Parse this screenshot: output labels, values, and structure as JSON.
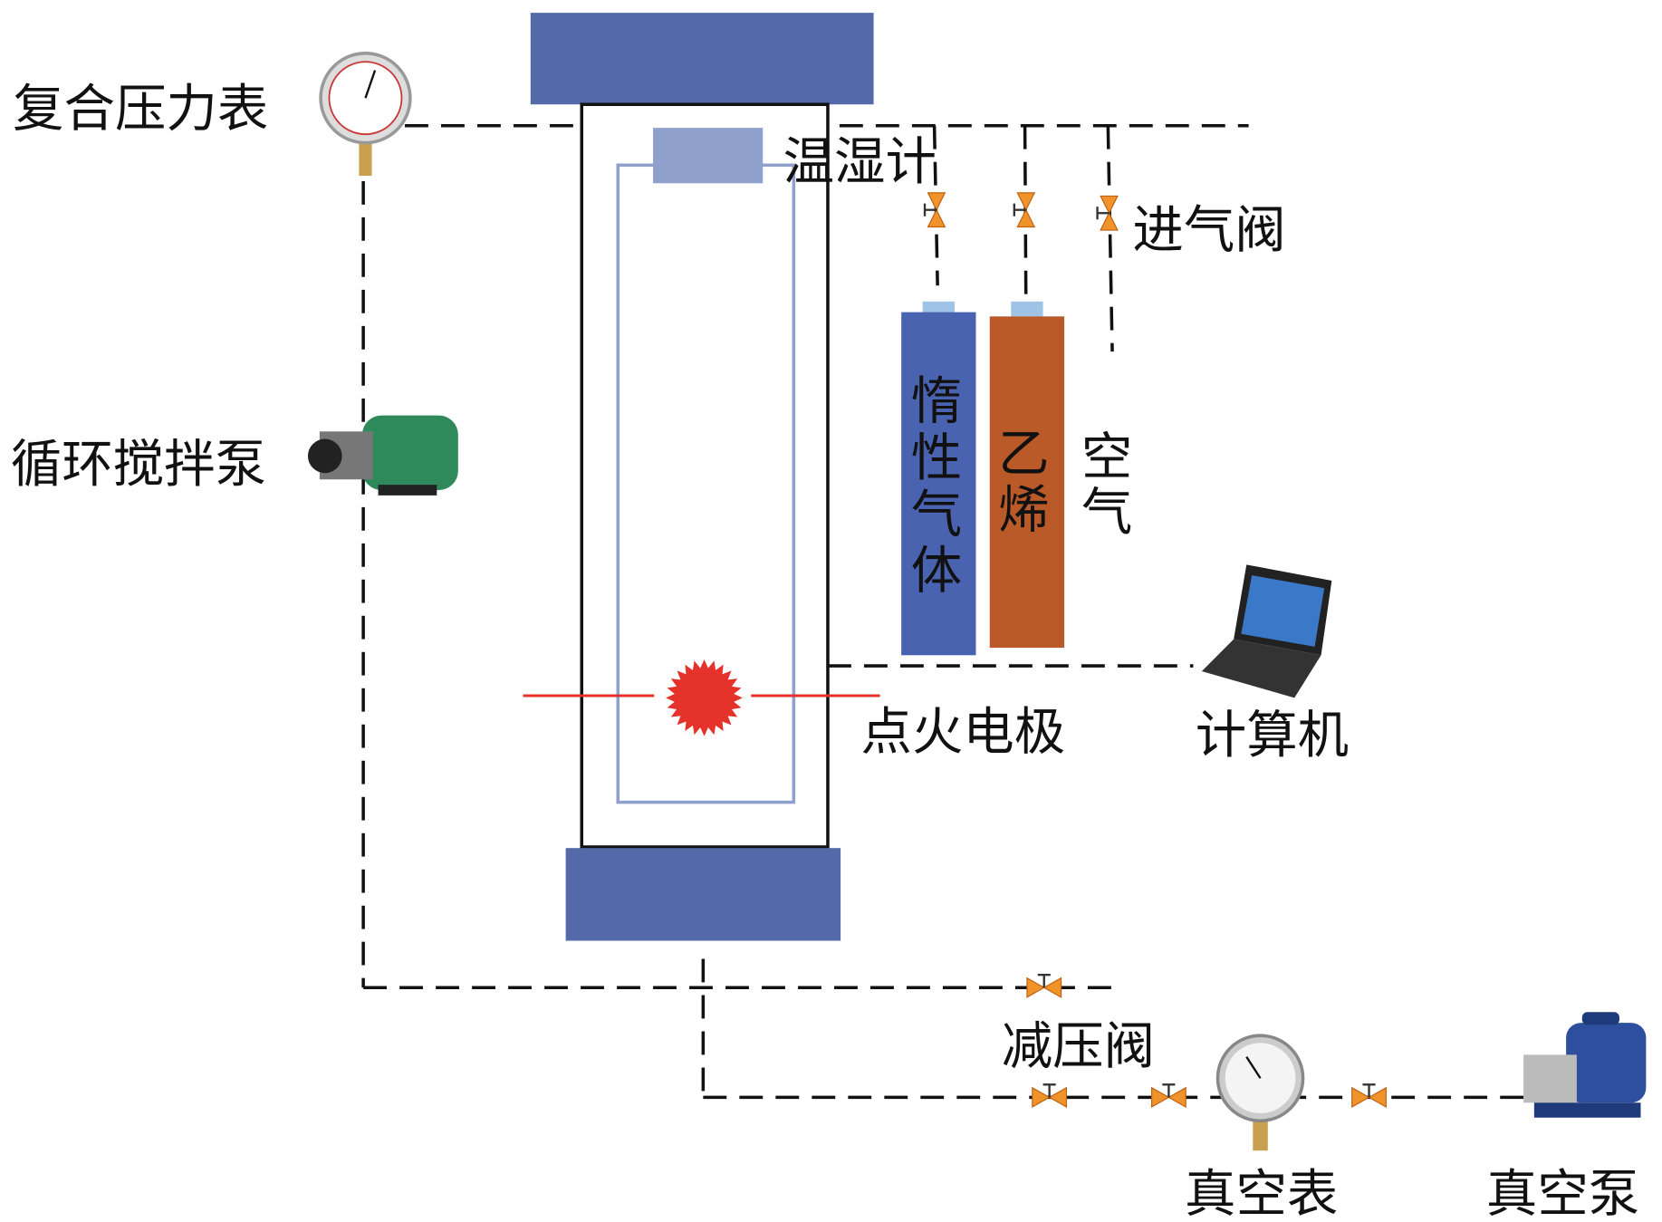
{
  "labels": {
    "compound_gauge": "复合压力表",
    "hygrometer": "温湿计",
    "inlet_valve": "进气阀",
    "circulation_pump": "循环搅拌泵",
    "inert_gas": [
      "惰",
      "性",
      "气",
      "体"
    ],
    "ethylene": [
      "乙",
      "烯"
    ],
    "air": [
      "空",
      "气"
    ],
    "ignition_electrode": "点火电极",
    "computer": "计算机",
    "pressure_reducing_valve": "减压阀",
    "vacuum_gauge": "真空表",
    "vacuum_pump": "真空泵"
  },
  "colors": {
    "flange": "#5469a8",
    "inner_vessel": "#8fa0cc",
    "inert_cylinder": "#4a63b0",
    "ethylene_cylinder": "#b95a28",
    "spark": "#e5322a",
    "valve": "#f0932b"
  }
}
